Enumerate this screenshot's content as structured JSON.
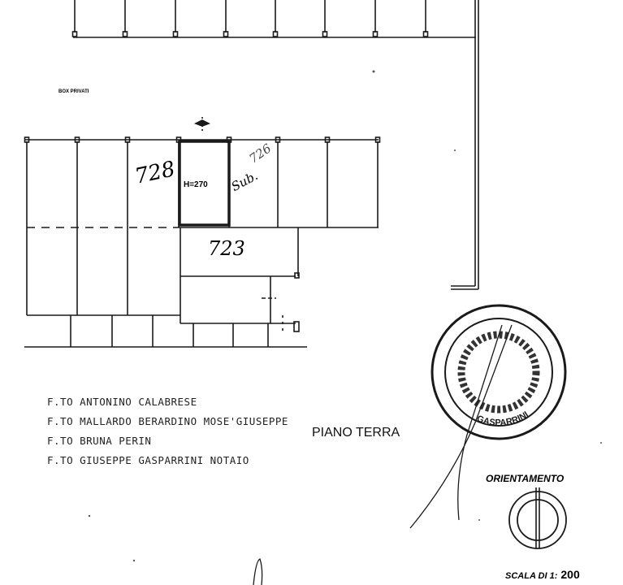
{
  "plan": {
    "box_label": "BOX PRIVATI",
    "unit_728": "728",
    "height_label": "H=270",
    "sub_label": "Sub.",
    "unit_726": "726",
    "unit_723": "723",
    "floor_title": "PIANO TERRA"
  },
  "signatures": [
    "F.TO ANTONINO CALABRESE",
    "F.TO MALLARDO BERARDINO MOSE'GIUSEPPE",
    "F.TO BRUNA PERIN",
    "F.TO GIUSEPPE GASPARRINI NOTAIO"
  ],
  "seal": {
    "text": "GASPARRINI"
  },
  "orientation": {
    "label": "ORIENTAMENTO"
  },
  "scale": {
    "label": "SCALA DI 1:",
    "value": "200"
  },
  "colors": {
    "ink": "#1a1a1a",
    "paper": "#ffffff"
  }
}
